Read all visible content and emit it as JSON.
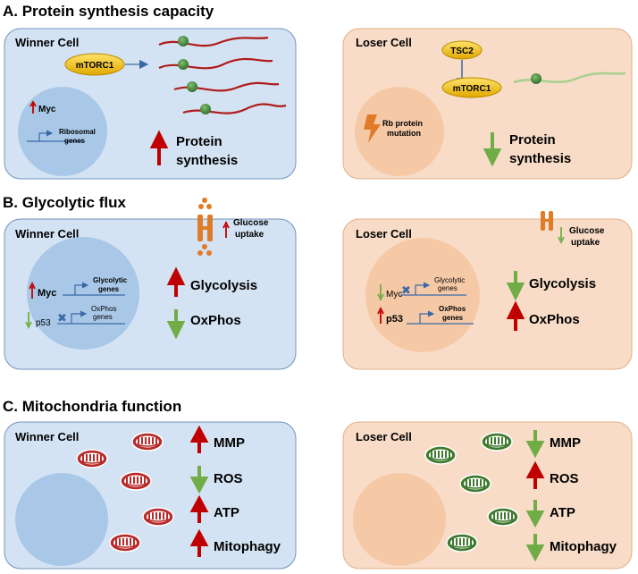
{
  "sections": {
    "a": "A. Protein synthesis capacity",
    "b": "B. Glycolytic flux",
    "c": "C. Mitochondria function"
  },
  "panel_a": {
    "winner": {
      "title": "Winner Cell",
      "mtorc1": "mTORC1",
      "myc": "Myc",
      "ribosomal_1": "Ribosomal",
      "ribosomal_2": "genes",
      "effect_1": "Protein",
      "effect_2": "synthesis",
      "effect_direction": "up"
    },
    "loser": {
      "title": "Loser Cell",
      "tsc2": "TSC2",
      "mtorc1": "mTORC1",
      "mutation_1": "Rb protein",
      "mutation_2": "mutation",
      "effect_1": "Protein",
      "effect_2": "synthesis",
      "effect_direction": "down"
    }
  },
  "panel_b": {
    "winner": {
      "title": "Winner Cell",
      "glucose_1": "Glucose",
      "glucose_2": "uptake",
      "myc": "Myc",
      "p53": "p53",
      "glycolytic_1": "Glycolytic",
      "glycolytic_2": "genes",
      "oxphos_1": "OxPhos",
      "oxphos_2": "genes",
      "effects": [
        {
          "label": "Glycolysis",
          "direction": "up"
        },
        {
          "label": "OxPhos",
          "direction": "down"
        }
      ]
    },
    "loser": {
      "title": "Loser Cell",
      "glucose_1": "Glucose",
      "glucose_2": "uptake",
      "myc": "Myc",
      "p53": "p53",
      "glycolytic_1": "Glycolytic",
      "glycolytic_2": "genes",
      "oxphos_1": "OxPhos",
      "oxphos_2": "genes",
      "effects": [
        {
          "label": "Glycolysis",
          "direction": "down"
        },
        {
          "label": "OxPhos",
          "direction": "up"
        }
      ]
    }
  },
  "panel_c": {
    "winner": {
      "title": "Winner Cell",
      "effects": [
        {
          "label": "MMP",
          "direction": "up"
        },
        {
          "label": "ROS",
          "direction": "down"
        },
        {
          "label": "ATP",
          "direction": "up"
        },
        {
          "label": "Mitophagy",
          "direction": "up"
        }
      ]
    },
    "loser": {
      "title": "Loser Cell",
      "effects": [
        {
          "label": "MMP",
          "direction": "down"
        },
        {
          "label": "ROS",
          "direction": "up"
        },
        {
          "label": "ATP",
          "direction": "down"
        },
        {
          "label": "Mitophagy",
          "direction": "down"
        }
      ]
    }
  },
  "colors": {
    "up_arrow": "#c00000",
    "down_arrow": "#70ad47",
    "winner_bg": "#d4e3f3",
    "loser_bg": "#f8dcc7",
    "nucleus_winner": "#a9c8e8",
    "nucleus_loser": "#f6c9a6",
    "mtorc1": "#f5c400",
    "rna": "#b01a1a",
    "ribosome": "#3e7d3a",
    "winner_mito": "#b92b2b",
    "loser_mito": "#3f7a2f",
    "glucose_transporter": "#e07b28"
  }
}
